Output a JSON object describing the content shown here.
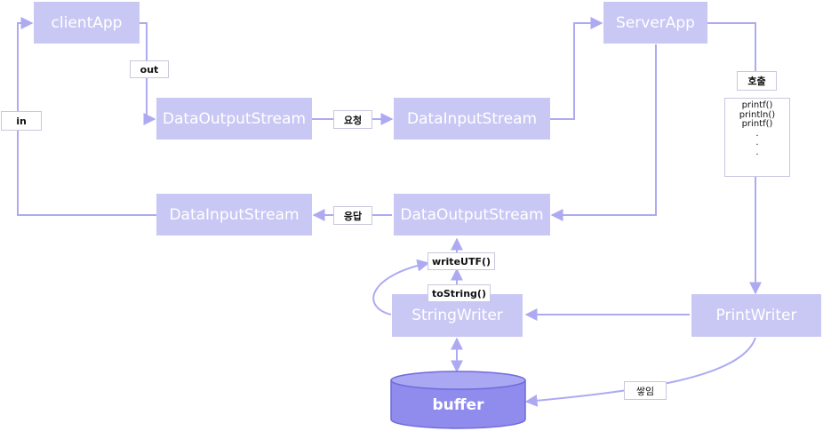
{
  "nodes": {
    "client_app": "clientApp",
    "server_app": "ServerApp",
    "client_out_stream": "DataOutputStream",
    "server_in_stream": "DataInputStream",
    "client_in_stream": "DataInputStream",
    "server_out_stream": "DataOutputStream",
    "string_writer": "StringWriter",
    "print_writer": "PrintWriter",
    "buffer": "buffer"
  },
  "labels": {
    "out": "out",
    "in": "in",
    "request": "요청",
    "response": "응답",
    "call": "호출",
    "write_utf": "writeUTF()",
    "to_string": "toString()",
    "accumulate": "쌓임"
  },
  "calls": [
    "printf()",
    "println()",
    "printf()",
    ".",
    ".",
    "."
  ],
  "colors": {
    "node_fill": "#c9c8f5",
    "edge": "#aeaaf2",
    "buffer_fill": "#8f8cee"
  }
}
